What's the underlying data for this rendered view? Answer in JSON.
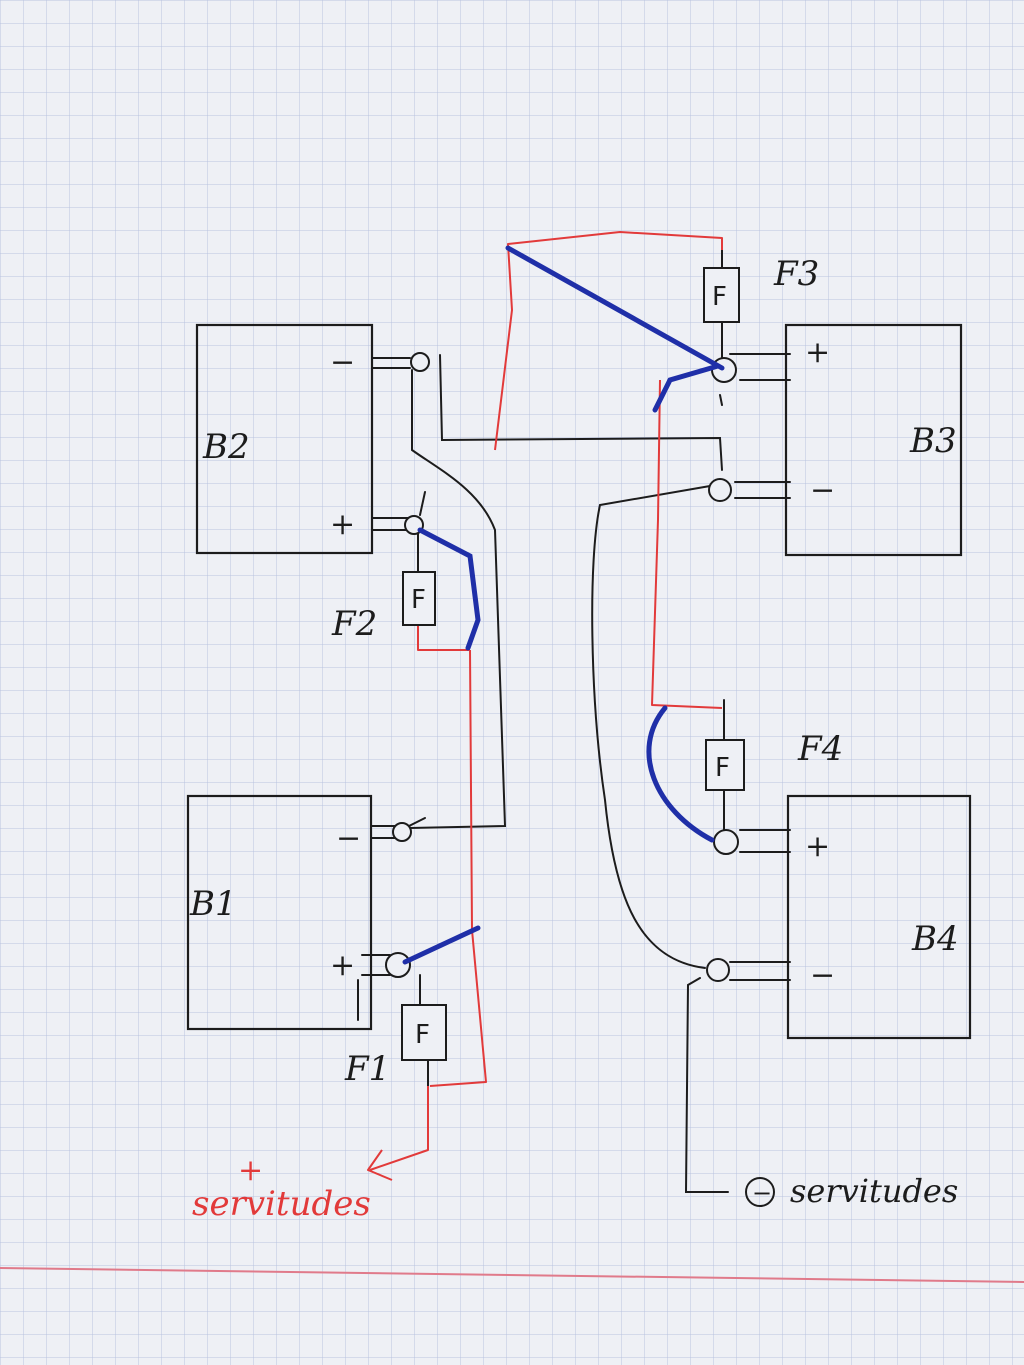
{
  "diagram": {
    "batteries": [
      {
        "id": "b1",
        "label": "B1",
        "plus": "+",
        "minus": "−"
      },
      {
        "id": "b2",
        "label": "B2",
        "plus": "+",
        "minus": "−"
      },
      {
        "id": "b3",
        "label": "B3",
        "plus": "+",
        "minus": "−"
      },
      {
        "id": "b4",
        "label": "B4",
        "plus": "+",
        "minus": "−"
      }
    ],
    "fuses": [
      {
        "id": "f1",
        "label": "F1",
        "symbol": "F"
      },
      {
        "id": "f2",
        "label": "F2",
        "symbol": "F"
      },
      {
        "id": "f3",
        "label": "F3",
        "symbol": "F"
      },
      {
        "id": "f4",
        "label": "F4",
        "symbol": "F"
      }
    ],
    "outputs": {
      "positive_sign": "+",
      "positive_text": "servitudes",
      "negative_sign": "−",
      "negative_text": "servitudes"
    },
    "colors": {
      "paper": "#eef0f5",
      "grid": "#b9c3e0",
      "margin_line": "#e07a8a",
      "ink": "#1c1c1c",
      "red_wire": "#e23a3a",
      "blue_wire": "#1f2fa8"
    }
  }
}
